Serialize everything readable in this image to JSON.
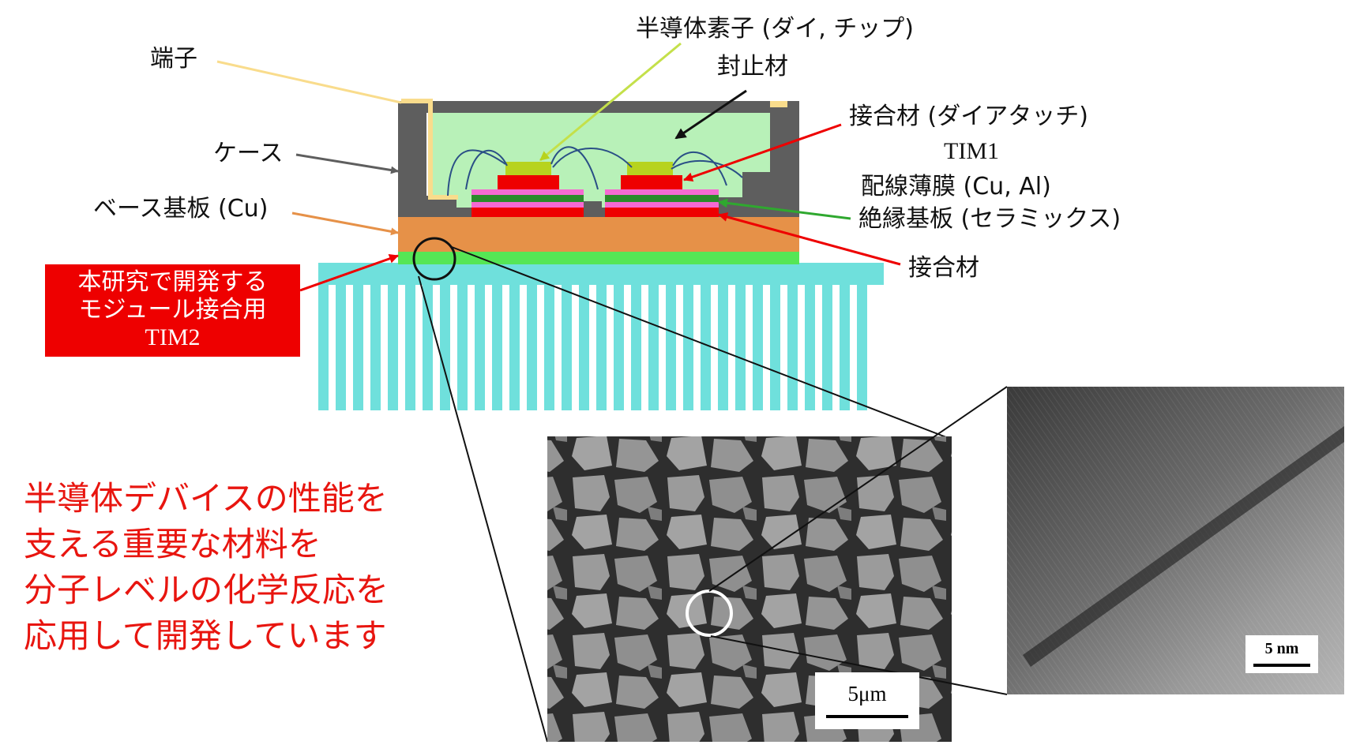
{
  "labels": {
    "terminal": "端子",
    "case": "ケース",
    "base_plate": "ベース基板 (Cu)",
    "die": "半導体素子 (ダイ, チップ)",
    "encapsulant": "封止材",
    "die_attach": "接合材 (ダイアタッチ)",
    "tim1": "TIM1",
    "wiring_film": "配線薄膜 (Cu, Al)",
    "insulating_substrate": "絶縁基板 (セラミックス)",
    "bonding_material": "接合材"
  },
  "tim2_box": {
    "line1": "本研究で開発する",
    "line2": "モジュール接合用",
    "line3": "TIM2"
  },
  "message": {
    "line1": "半導体デバイスの性能を",
    "line2": "支える重要な材料を",
    "line3": "分子レベルの化学反応を",
    "line4": "応用して開発しています"
  },
  "micrographs": {
    "sem_scale": "5μm",
    "tem_scale": "5 nm"
  },
  "colors": {
    "terminal_leader": "#f9dc8c",
    "case": "#5e5e5e",
    "encapsulant": "#b8f1b8",
    "die": "#b7d31e",
    "solder_red": "#ee0000",
    "wiring_pink": "#f56ad2",
    "ceramic_green": "#2a8b2a",
    "base_copper": "#e69148",
    "tim2_green": "#55e655",
    "heatsink": "#6fe0dc",
    "text_red": "#e8150f"
  }
}
